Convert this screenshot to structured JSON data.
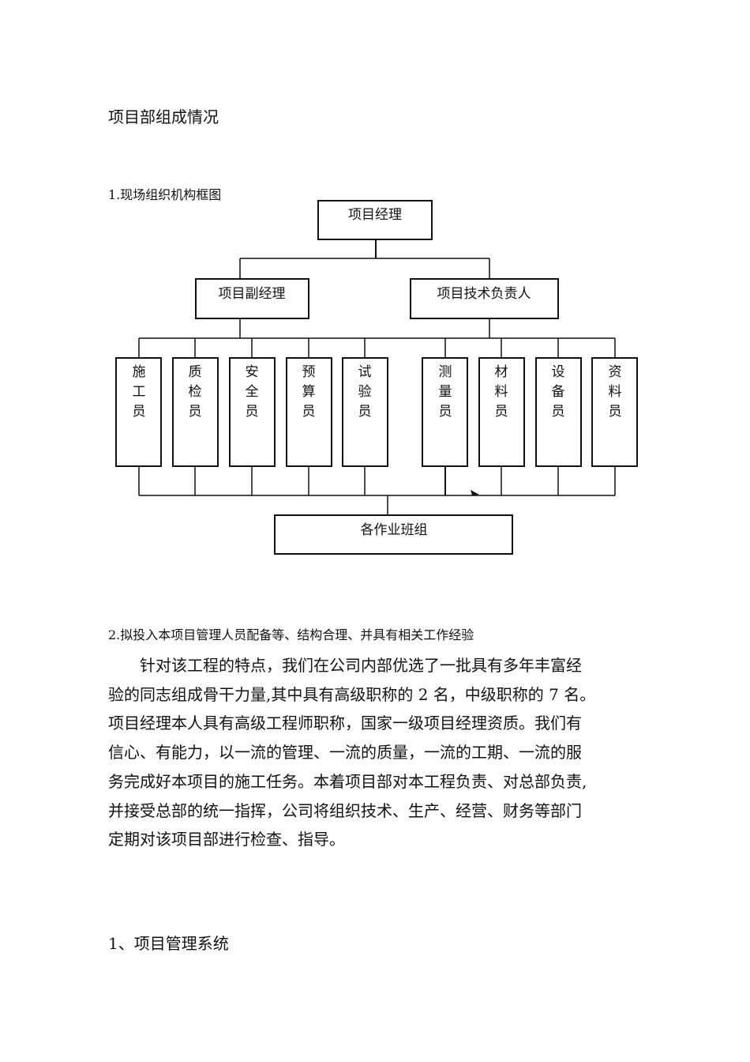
{
  "title": "项目部组成情况",
  "section1": {
    "heading": "1.现场组织机构框图",
    "chart": {
      "manager": "项目经理",
      "deputy": "项目副经理",
      "tech_lead": "项目技术负责人",
      "staff": [
        [
          "施",
          "工",
          "员"
        ],
        [
          "质",
          "检",
          "员"
        ],
        [
          "安",
          "全",
          "员"
        ],
        [
          "预",
          "算",
          "员"
        ],
        [
          "试",
          "验",
          "员"
        ],
        [
          "测",
          "量",
          "员"
        ],
        [
          "材",
          "料",
          "员"
        ],
        [
          "设",
          "备",
          "员"
        ],
        [
          "资",
          "料",
          "员"
        ]
      ],
      "teams": "各作业班组"
    }
  },
  "section2": {
    "heading": "2.拟投入本项目管理人员配备等、结构合理、并具有相关工作经验",
    "paragraph_lines": [
      "针对该工程的特点，我们在公司内部优选了一批具有多年丰富经",
      "验的同志组成骨干力量,其中具有高级职称的 2 名，中级职称的 7 名。",
      "项目经理本人具有高级工程师职称，国家一级项目经理资质。我们有",
      "信心、有能力，以一流的管理、一流的质量，一流的工期、一流的服",
      "务完成好本项目的施工任务。本着项目部对本工程负责、对总部负责,",
      "并接受总部的统一指挥，公司将组织技术、生产、经营、财务等部门",
      "定期对该项目部进行检查、指导。"
    ]
  },
  "section3": {
    "heading": "1、项目管理系统"
  }
}
